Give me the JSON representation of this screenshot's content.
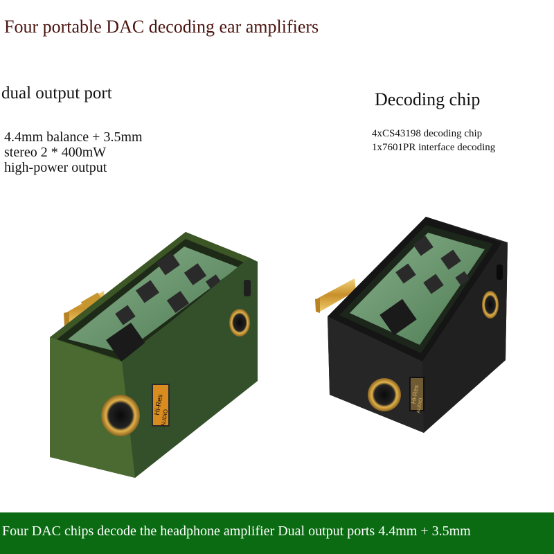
{
  "title": "Four portable DAC decoding ear amplifiers",
  "left": {
    "heading": "dual output port",
    "lines": [
      "4.4mm balance + 3.5mm",
      "stereo 2 * 400mW",
      "high-power output"
    ]
  },
  "right": {
    "heading": "Decoding chip",
    "lines": [
      "4xCS43198 decoding chip",
      "1x7601PR interface decoding"
    ]
  },
  "banner": "Four DAC chips decode the headphone amplifier Dual output ports 4.4mm + 3.5mm",
  "badges": {
    "line1": "Hi-Res",
    "line2": "AUDIO"
  },
  "colors": {
    "green_body": "#3f5a2c",
    "black_body": "#1c1c1c",
    "pcb": "#5a8a5f",
    "gold": "#d9a93b",
    "banner": "#0a6b12"
  }
}
